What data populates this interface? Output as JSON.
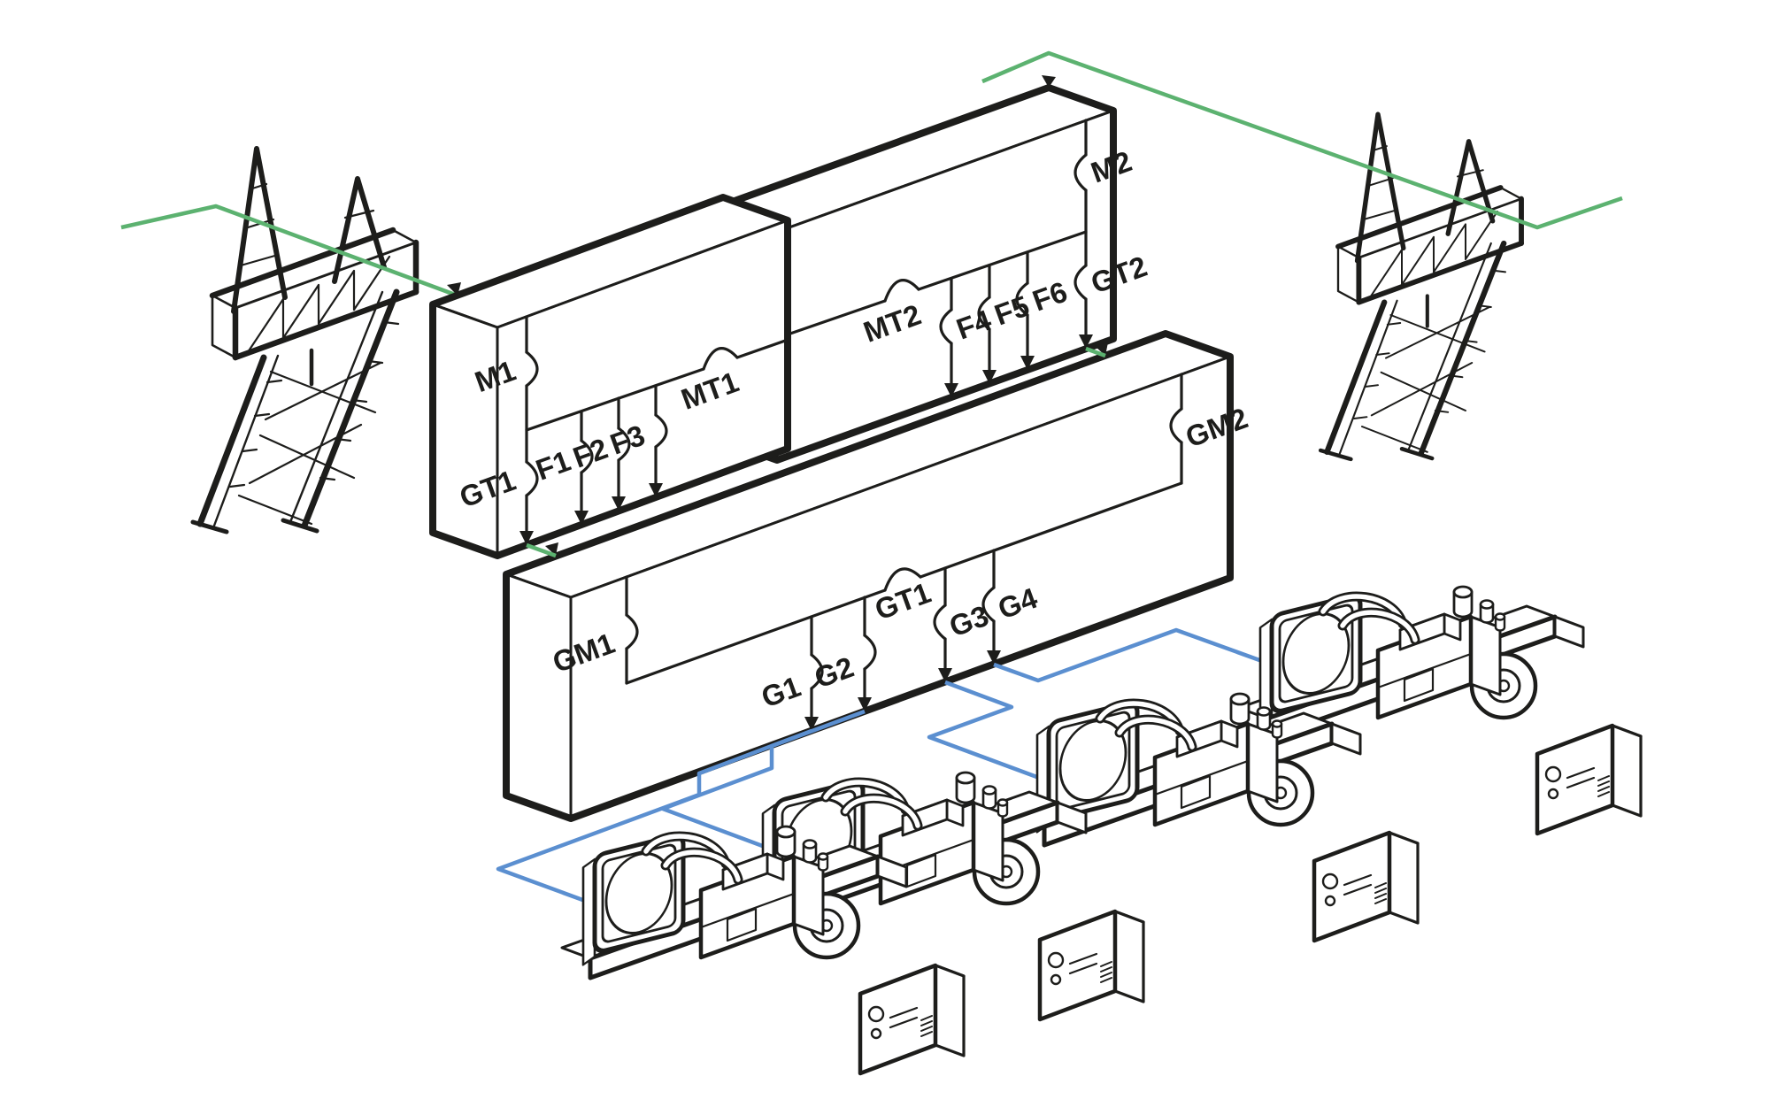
{
  "figure": {
    "kind": "isometric power distribution diagram",
    "elements": [
      "transmission towers",
      "utility switchboards",
      "generator paralleling switchboard",
      "generator sets"
    ]
  },
  "colors": {
    "utility_feed": "#5cb270",
    "generator_feed": "#5b8fd0",
    "ink": "#1d1d1b",
    "background": "#ffffff"
  },
  "switchboards": {
    "utility_1": {
      "incomer": "M1",
      "bus_tie": "MT1",
      "generator_tie": "GT1",
      "feeders": [
        "F1",
        "F2",
        "F3"
      ]
    },
    "utility_2": {
      "incomer": "M2",
      "bus_tie": "MT2",
      "generator_tie": "GT2",
      "feeders": [
        "F4",
        "F5",
        "F6"
      ]
    },
    "generator_paralleling": {
      "mains_1": "GM1",
      "bus_tie": "GT1",
      "mains_2": "GM2",
      "generators": [
        "G1",
        "G2",
        "G3",
        "G4"
      ]
    }
  }
}
